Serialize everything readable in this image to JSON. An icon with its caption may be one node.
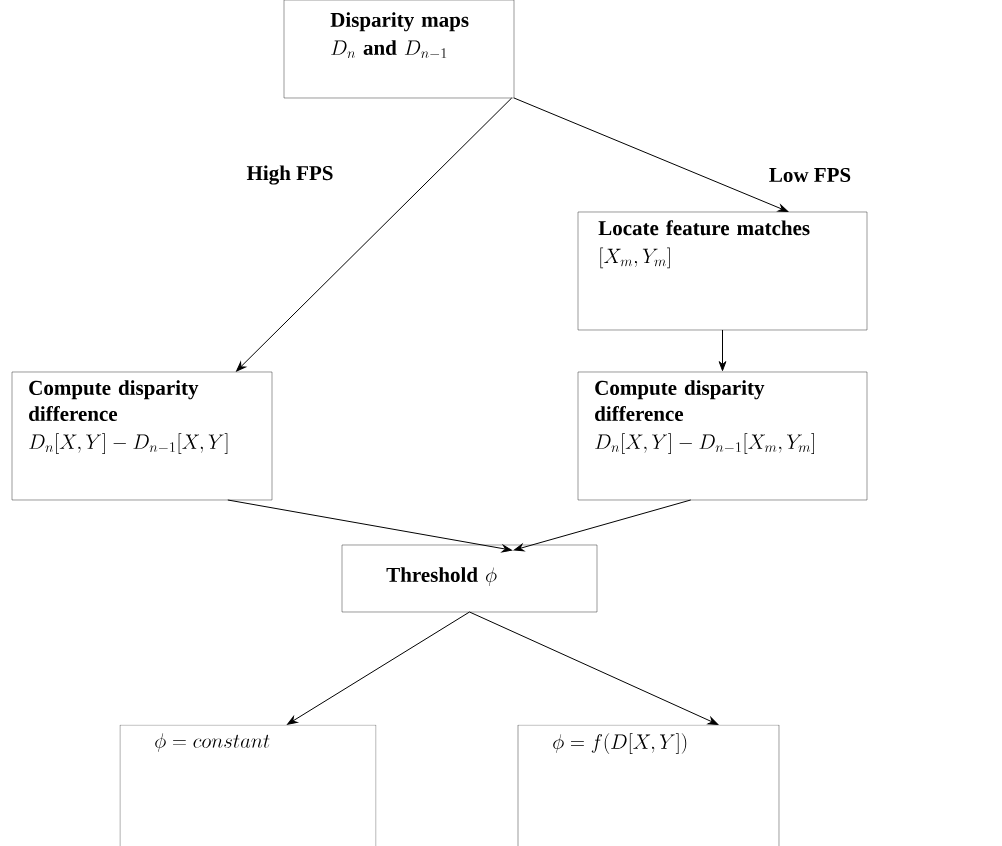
{
  "diagram": {
    "nodes": [
      {
        "text": [
          "Disparity maps",
          "D_n \\mbox{ \\textbf{and} } D_{n-1}"
        ]
      },
      {
        "text": [
          "Locate feature matches",
          "[X_m, Y_m]"
        ]
      },
      {
        "text": [
          "Compute disparity difference",
          "D_n[X,Y] - D_{n-1}[X,Y]"
        ]
      },
      {
        "text": [
          "Compute disparity difference",
          "D_n[X,Y] - D_{n-1}[X_m,Y_m]"
        ]
      },
      {
        "text": [
          "\\textbf{Threshold} \\ \\phi"
        ]
      },
      {
        "text": [
          "\\phi = constant"
        ]
      },
      {
        "text": [
          "\\phi = f(D[X,Y])"
        ]
      }
    ],
    "edges": [
      {
        "from": 0,
        "to": 2,
        "arrow": "to",
        "label": "High FPS"
      },
      {
        "from": 0,
        "to": 1,
        "arrow": "to",
        "label": "Low FPS"
      },
      {
        "from": 1,
        "to": 3,
        "arrow": "to"
      },
      {
        "from": 2,
        "to": 4,
        "arrow": "to"
      },
      {
        "from": 3,
        "to": 4,
        "arrow": "to"
      },
      {
        "from": 4,
        "to": 5,
        "arrow": "to"
      },
      {
        "from": 4,
        "to": 6,
        "arrow": "to"
      }
    ]
  }
}
